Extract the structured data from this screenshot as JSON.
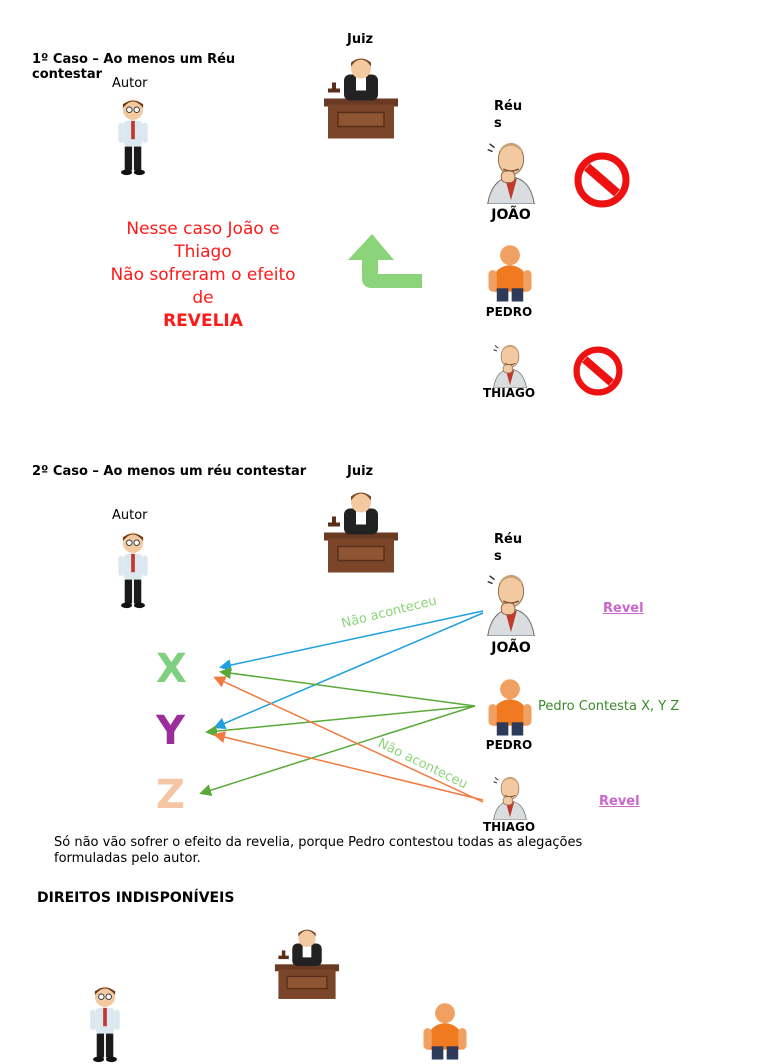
{
  "case1": {
    "title_line1": "1º Caso – Ao menos um Réu",
    "title_line2": "contestar",
    "juiz": "Juiz",
    "autor": "Autor",
    "reus_line1": "Réu",
    "reus_line2": "s",
    "joao": "JOÃO",
    "pedro": "PEDRO",
    "thiago": "THIAGO",
    "message_line1": "Nesse caso João e",
    "message_line2": "Thiago",
    "message_line3": "Não sofreram o efeito",
    "message_line4": "de",
    "message_line5": "REVELIA"
  },
  "case2": {
    "title": "2º Caso – Ao menos um réu contestar",
    "juiz": "Juiz",
    "autor": "Autor",
    "reus_line1": "Réu",
    "reus_line2": "s",
    "joao": "JOÃO",
    "pedro": "PEDRO",
    "thiago": "THIAGO",
    "revel_1": "Revel",
    "revel_2": "Revel",
    "pedro_contesta": "Pedro Contesta X, Y Z",
    "nao_aconteceu_1": "Não aconteceu",
    "nao_aconteceu_2": "Não aconteceu",
    "letter_x": "X",
    "letter_y": "Y",
    "letter_z": "Z",
    "footnote_line1": "Só não vão sofrer o efeito da revelia, porque Pedro contestou todas as alegações",
    "footnote_line2": "formuladas pelo autor."
  },
  "section3": {
    "title": "DIREITOS INDISPONÍVEIS"
  },
  "colors": {
    "blue_arrow": "#1ea0e0",
    "green_arrow": "#5aaa3a",
    "orange_arrow": "#f07a40",
    "message_red": "#ff1a1a",
    "link_pink": "#cc66cc",
    "x_green": "#7ed07e",
    "y_purple": "#9b2e9b",
    "z_peach": "#f5c6a6"
  },
  "icons": [
    "judge-icon",
    "autor-icon",
    "joao-icon",
    "pedro-icon",
    "thiago-icon",
    "no-entry-icon",
    "return-arrow-icon"
  ]
}
